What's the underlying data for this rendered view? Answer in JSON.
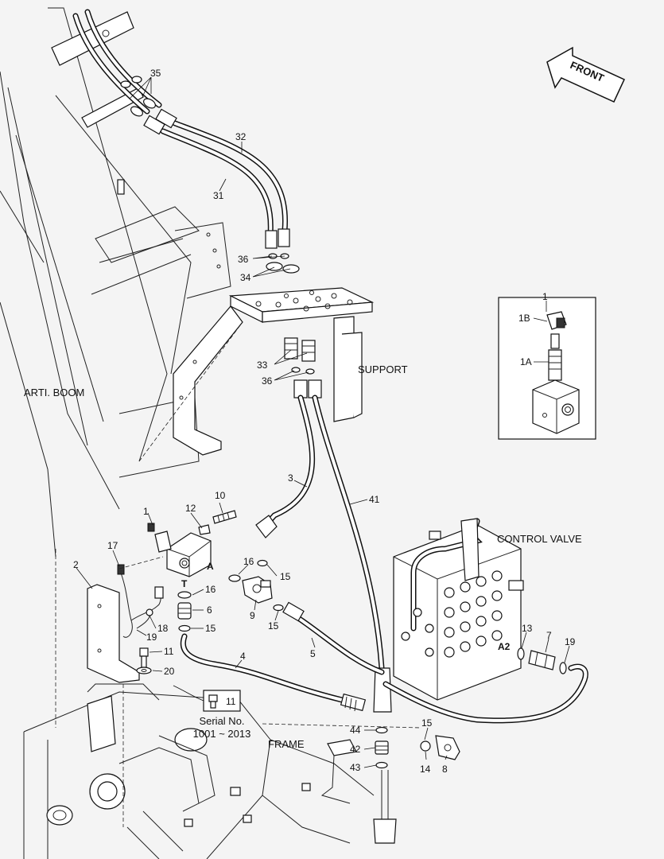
{
  "directional_label": "FRONT",
  "section_labels": {
    "arti_boom": "ARTI. BOOM",
    "support": "SUPPORT",
    "control_valve": "CONTROL VALVE",
    "frame": "FRAME"
  },
  "serial_note": {
    "part": "11",
    "title": "Serial No.",
    "range": "1001 ~ 2013"
  },
  "port_labels": {
    "a_upper": "A",
    "t": "T",
    "a2": "A2"
  },
  "detail_inset": {
    "assembly": "1",
    "sub_1b": "1B",
    "sub_1a": "1A"
  },
  "callouts": {
    "c35": "35",
    "c32": "32",
    "c31": "31",
    "c36_top": "36",
    "c34": "34",
    "c33": "33",
    "c36_mid": "36",
    "c3": "3",
    "c41": "41",
    "c10": "10",
    "c12": "12",
    "c1": "1",
    "c17": "17",
    "c2": "2",
    "c16_a": "16",
    "c15_a": "15",
    "c16_b": "16",
    "c6": "6",
    "c15_b": "15",
    "c9": "9",
    "c15_c": "15",
    "c5": "5",
    "c18": "18",
    "c19_a": "19",
    "c11": "11",
    "c20": "20",
    "c4": "4",
    "c13": "13",
    "c7": "7",
    "c19_b": "19",
    "c44": "44",
    "c15_d": "15",
    "c42": "42",
    "c43": "43",
    "c14": "14",
    "c8": "8"
  }
}
